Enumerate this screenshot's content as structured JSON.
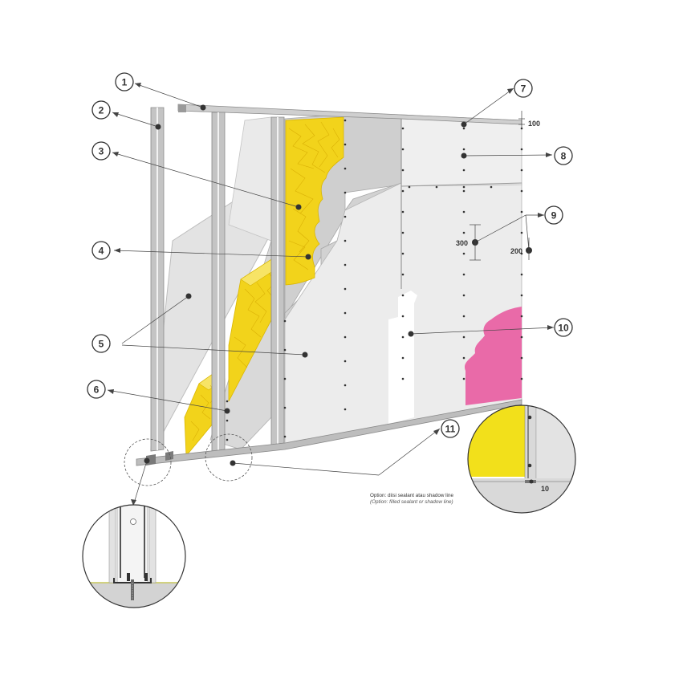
{
  "callouts": [
    {
      "number": "1"
    },
    {
      "number": "2"
    },
    {
      "number": "3"
    },
    {
      "number": "4"
    },
    {
      "number": "5"
    },
    {
      "number": "6"
    },
    {
      "number": "7"
    },
    {
      "number": "8"
    },
    {
      "number": "9"
    },
    {
      "number": "10"
    },
    {
      "number": "11"
    }
  ],
  "dimensions": {
    "top_edge": "100",
    "vertical_spacing": "300",
    "edge_spacing": "200",
    "detail_gap": "10"
  },
  "notes": {
    "option_primary": "Option: diisi sealant atau shadow line",
    "option_secondary": "(Option: filled sealant or shadow line)"
  },
  "colors": {
    "insulation": "#f2d31b",
    "insulation_shade": "#e8c212",
    "board_face": "#ececec",
    "board_mid": "#d6d6d6",
    "board_back": "#c8c8c8",
    "stud": "#b4b4b4",
    "stud_dark": "#8a8a8a",
    "pink_layer": "#e96aa8",
    "opening": "#ffffff",
    "line": "#444444",
    "fastener": "#333333",
    "floor": "#d0d0d0"
  }
}
